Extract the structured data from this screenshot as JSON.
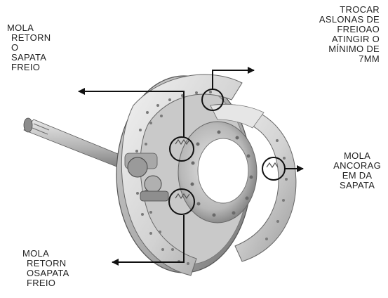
{
  "callouts": {
    "top_left": {
      "lines": [
        "MOLA",
        "RETORN",
        "O",
        "SAPATA",
        "FREIO"
      ]
    },
    "top_right": {
      "lines": [
        "TROCAR",
        "ASLONAS DE",
        "FREIOAO",
        "ATINGIR O",
        "MÍNIMO DE",
        "7MM"
      ]
    },
    "right": {
      "lines": [
        "MOLA",
        "ANCORAG",
        "EM DA",
        "SAPATA"
      ]
    },
    "bottom_left": {
      "lines": [
        "MOLA",
        "RETORN",
        "OSAPATA",
        "FREIO"
      ]
    }
  },
  "colors": {
    "text": "#222222",
    "arrow": "#111111",
    "metal_light": "#dcdcdc",
    "metal_mid": "#b9b9b9",
    "metal_dark": "#7d7d7d"
  }
}
